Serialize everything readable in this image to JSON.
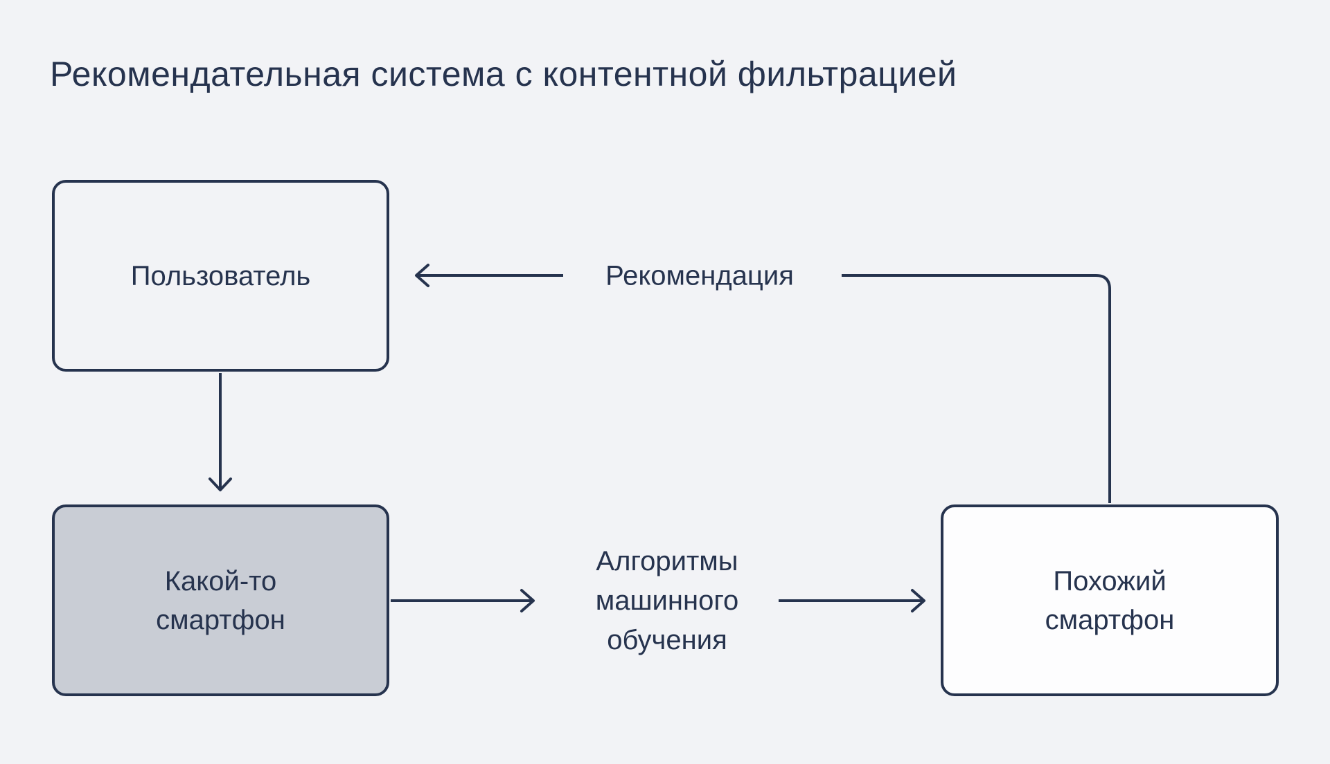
{
  "title": "Рекомендательная система с контентной фильтрацией",
  "colors": {
    "background": "#f2f3f6",
    "ink": "#26334e",
    "node_filled": "#c9cdd5",
    "node_white": "#fdfdfe"
  },
  "diagram": {
    "nodes": [
      {
        "id": "user",
        "label": "Пользователь",
        "variant": "outline"
      },
      {
        "id": "some-smartphone",
        "label": "Какой-то смартфон",
        "variant": "filled-gray"
      },
      {
        "id": "similar-smartphone",
        "label": "Похожий смартфон",
        "variant": "filled-white"
      }
    ],
    "labels": [
      {
        "id": "recommendation",
        "text": "Рекомендация"
      },
      {
        "id": "ml-algorithms",
        "text": "Алгоритмы машинного обучения"
      }
    ],
    "edges": [
      {
        "from": "user",
        "to": "some-smartphone",
        "label": ""
      },
      {
        "from": "some-smartphone",
        "to": "ml-algorithms",
        "label": ""
      },
      {
        "from": "ml-algorithms",
        "to": "similar-smartphone",
        "label": ""
      },
      {
        "from": "similar-smartphone",
        "to": "user",
        "label": "Рекомендация"
      }
    ]
  }
}
